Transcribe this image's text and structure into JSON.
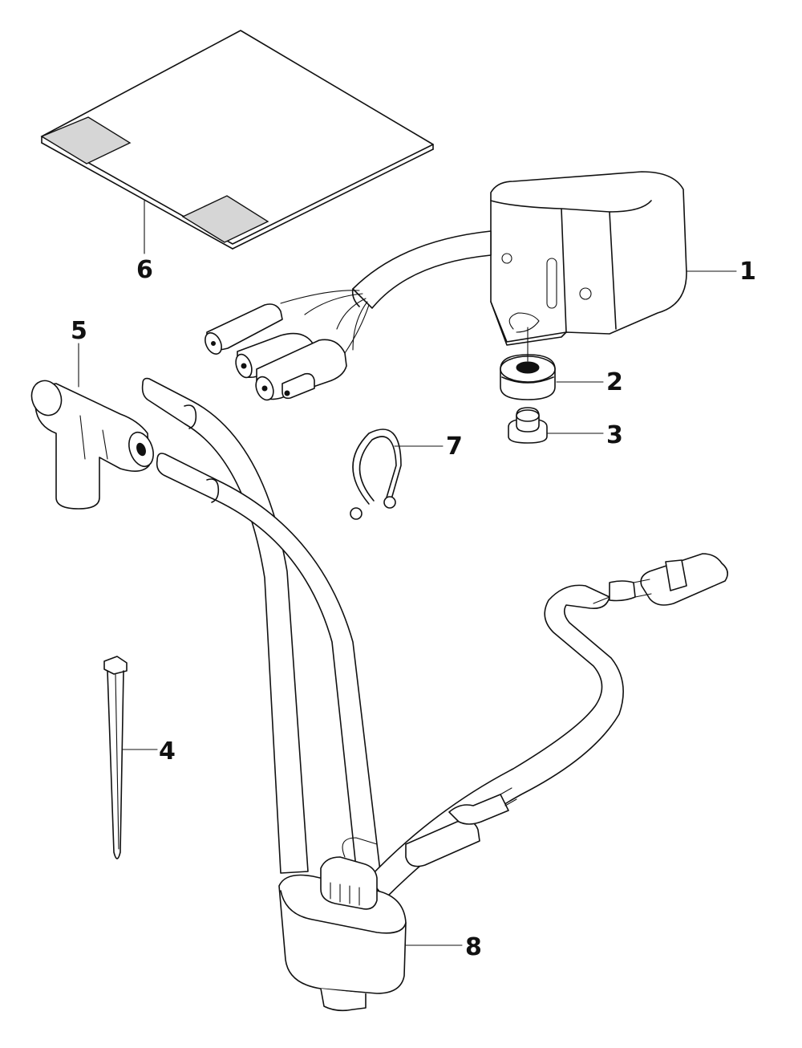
{
  "diagram": {
    "callouts": [
      {
        "id": "1",
        "label": "1"
      },
      {
        "id": "2",
        "label": "2"
      },
      {
        "id": "3",
        "label": "3"
      },
      {
        "id": "4",
        "label": "4"
      },
      {
        "id": "5",
        "label": "5"
      },
      {
        "id": "6",
        "label": "6"
      },
      {
        "id": "7",
        "label": "7"
      },
      {
        "id": "8",
        "label": "8"
      }
    ],
    "colors": {
      "ink": "#111111",
      "background": "#ffffff"
    }
  }
}
